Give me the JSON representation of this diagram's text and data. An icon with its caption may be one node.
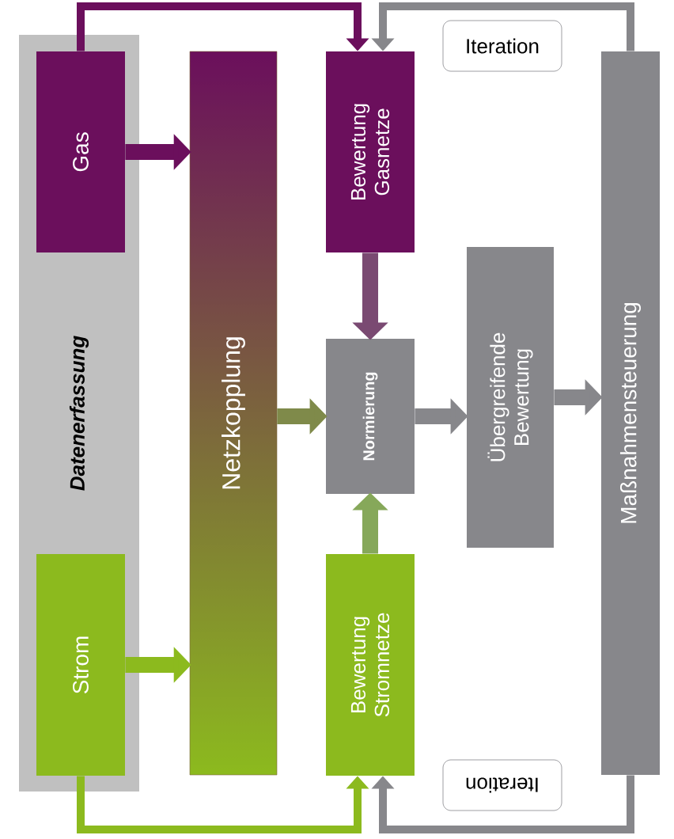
{
  "diagram": {
    "nodes": [
      {
        "text": [
          "Datenerfassung"
        ]
      },
      {
        "text": [
          "Gas"
        ],
        "in": 0
      },
      {
        "text": [
          "Strom"
        ],
        "in": 0
      },
      {
        "text": [
          "Netzkopplung"
        ]
      },
      {
        "text": [
          "Bewertung Gasnetze"
        ]
      },
      {
        "text": [
          "Normierung"
        ]
      },
      {
        "text": [
          "Bewertung Stromnetze"
        ]
      },
      {
        "text": [
          "Übergreifende Bewertung"
        ]
      },
      {
        "text": [
          "Maßnahmensteuerung"
        ]
      },
      {
        "text": [
          "Iteration"
        ]
      },
      {
        "text": [
          "Iteration"
        ]
      }
    ],
    "edges": [
      {
        "from": 1,
        "to": 3,
        "arrow": "to",
        "color": "#6b0f5c"
      },
      {
        "from": 2,
        "to": 3,
        "arrow": "to",
        "color": "#8cba1e"
      },
      {
        "from": 3,
        "to": 5,
        "arrow": "to",
        "color": "#7f8a4a"
      },
      {
        "from": 4,
        "to": 5,
        "arrow": "to",
        "color": "#7a4a72"
      },
      {
        "from": 6,
        "to": 5,
        "arrow": "to",
        "color": "#86a85a"
      },
      {
        "from": 5,
        "to": 7,
        "arrow": "to",
        "color": "#87878b"
      },
      {
        "from": 7,
        "to": 8,
        "arrow": "to",
        "color": "#87878b"
      },
      {
        "from": 1,
        "to": 4,
        "arrow": "to",
        "color": "#6b0f5c"
      },
      {
        "from": 8,
        "to": 4,
        "arrow": "to",
        "color": "#87878b"
      },
      {
        "from": 2,
        "to": 6,
        "arrow": "to",
        "color": "#8cba1e"
      },
      {
        "from": 8,
        "to": 6,
        "arrow": "to",
        "color": "#87878b"
      }
    ]
  }
}
